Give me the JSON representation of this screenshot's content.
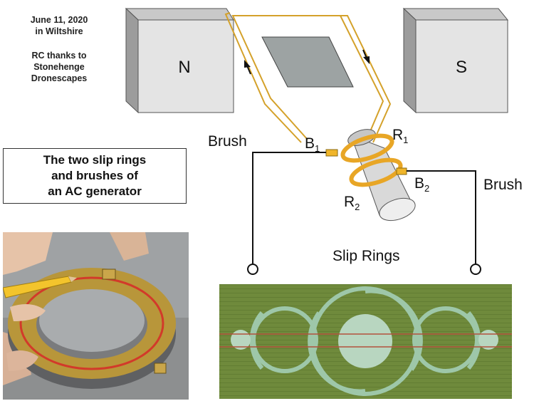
{
  "credit": {
    "line1": "June 11, 2020",
    "line2": "in Wiltshire",
    "line3": "RC thanks to",
    "line4": "Stonehenge",
    "line5": "Dronescapes"
  },
  "title": {
    "line1": "The two slip rings",
    "line2": "and brushes of",
    "line3": "an AC generator"
  },
  "diagram": {
    "magnet_north": "N",
    "magnet_south": "S",
    "brush_left": "Brush",
    "brush_right": "Brush",
    "b1": "B",
    "b1_sub": "1",
    "b2": "B",
    "b2_sub": "2",
    "r1": "R",
    "r1_sub": "1",
    "r2": "R",
    "r2_sub": "2",
    "slip_rings": "Slip Rings"
  },
  "colors": {
    "coil": "#d4a12a",
    "ring": "#e8a626",
    "field_green": "#6f8a3c",
    "ring_photo_brass": "#b8963a",
    "ring_red_line": "#d23a2a"
  }
}
